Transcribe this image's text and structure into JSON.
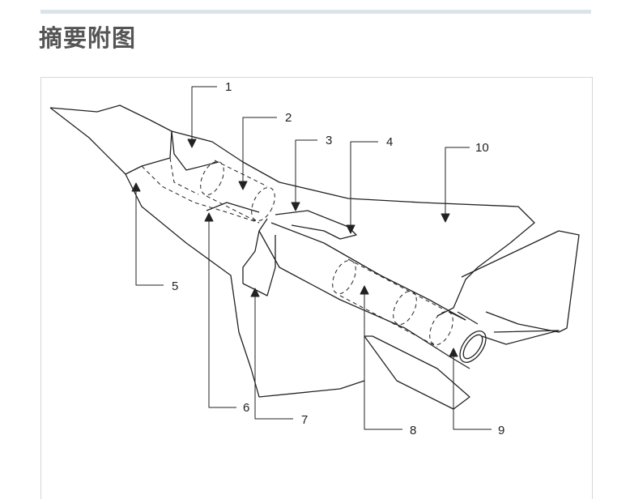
{
  "header": {
    "title": "摘要附图"
  },
  "figure": {
    "labels": [
      "1",
      "2",
      "3",
      "4",
      "5",
      "6",
      "7",
      "8",
      "9",
      "10"
    ]
  }
}
